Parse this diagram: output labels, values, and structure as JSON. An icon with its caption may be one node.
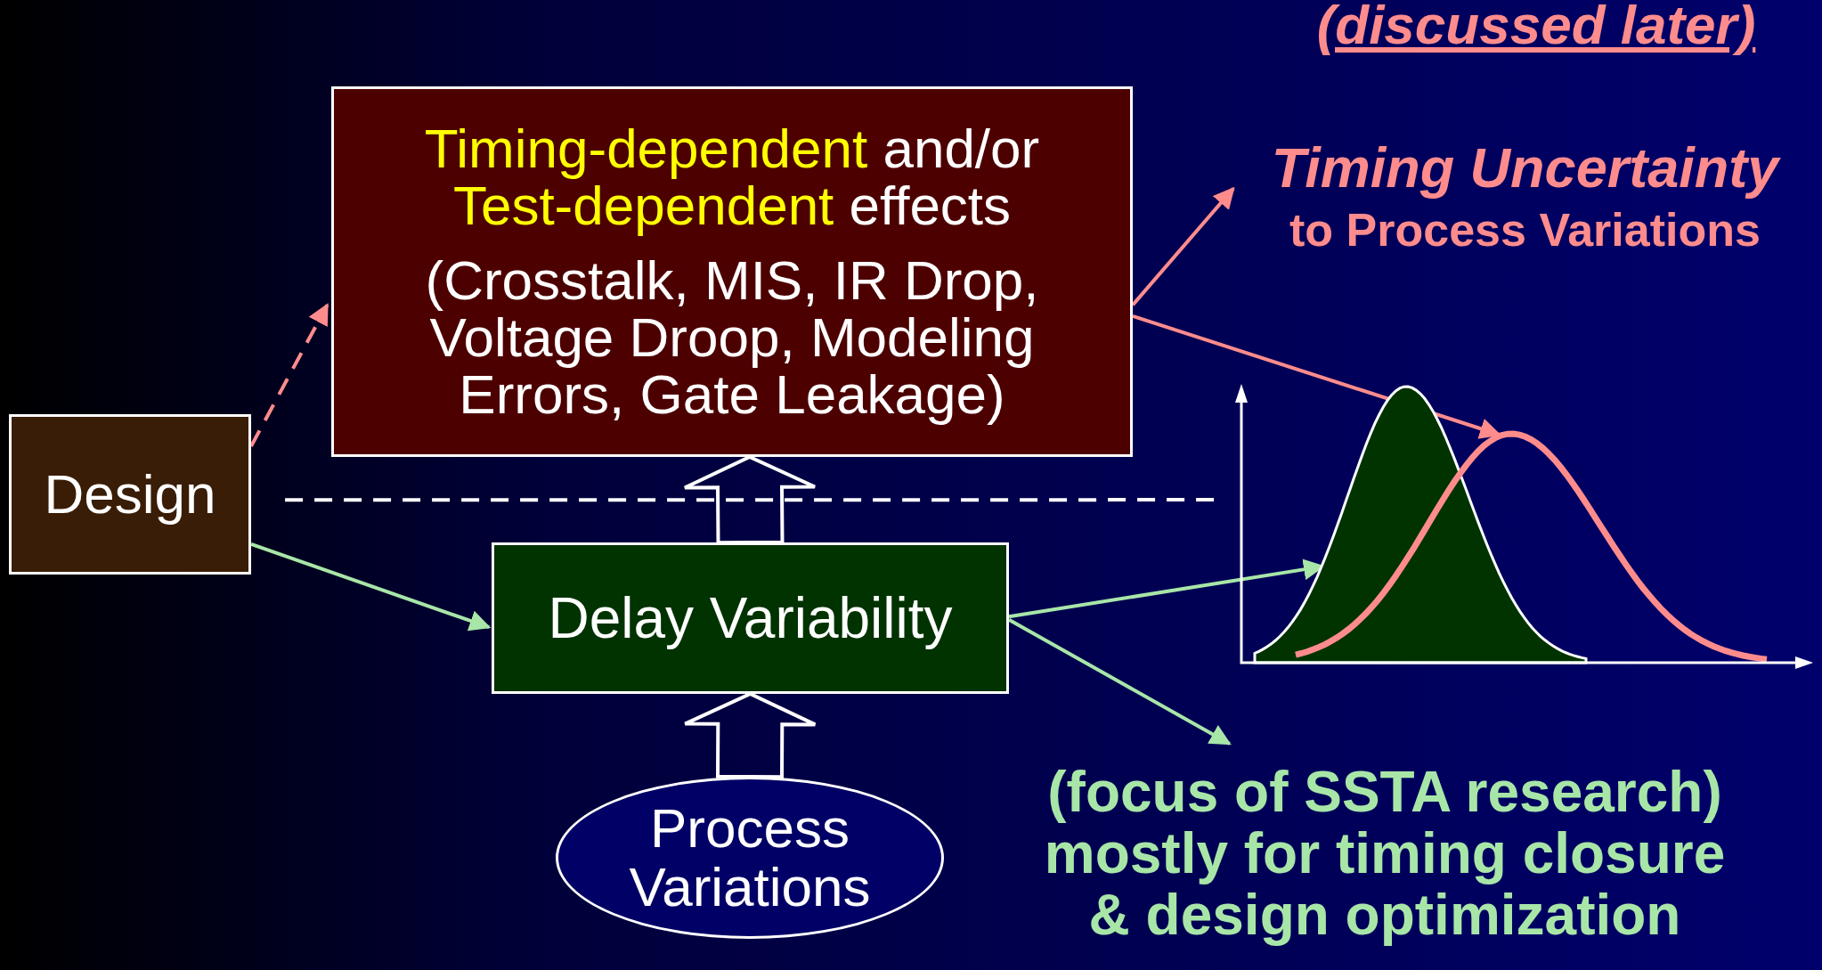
{
  "diagram": {
    "nodes": [
      {
        "text": [
          "**Timing-dependent** and/or **Test-dependent** effects",
          "(Crosstalk, MIS, IR Drop, Voltage Droop, Modeling Errors, Gate Leakage)"
        ]
      },
      {
        "text": [
          "Timing Uncertainty",
          "to Process Variations"
        ]
      },
      {
        "text": [
          "Design"
        ]
      },
      {
        "text": [],
        "shape": "picture"
      },
      {
        "text": [
          "Delay Variability"
        ]
      },
      {
        "text": [
          "(focus of SSTA research) mostly for timing closure & design optimization"
        ]
      },
      {
        "text": [
          "Process Variations"
        ]
      }
    ],
    "edges": [
      {
        "from": 2,
        "to": 0,
        "arrow": "to",
        "style": "dashed",
        "color": "#ff8c8c"
      },
      {
        "from": 2,
        "to": 4,
        "arrow": "to",
        "color": "#a8e6a8"
      },
      {
        "from": 2,
        "to": 3,
        "arrow": "none",
        "style": "dashed",
        "color": "#ffffff"
      },
      {
        "from": 0,
        "to": 1,
        "arrow": "to",
        "color": "#ff8c8c"
      },
      {
        "from": 0,
        "to": 3,
        "arrow": "to",
        "color": "#ff8c8c"
      },
      {
        "from": 6,
        "to": 4,
        "arrow": "to",
        "style": "thick",
        "color": "#ffffff"
      },
      {
        "from": 4,
        "to": 0,
        "arrow": "to",
        "style": "thick",
        "color": "#ffffff"
      },
      {
        "from": 4,
        "to": 3,
        "arrow": "to",
        "color": "#a8e6a8"
      },
      {
        "from": 4,
        "to": 5,
        "arrow": "to",
        "color": "#a8e6a8"
      }
    ],
    "labels": [
      "(discussed later)"
    ]
  }
}
